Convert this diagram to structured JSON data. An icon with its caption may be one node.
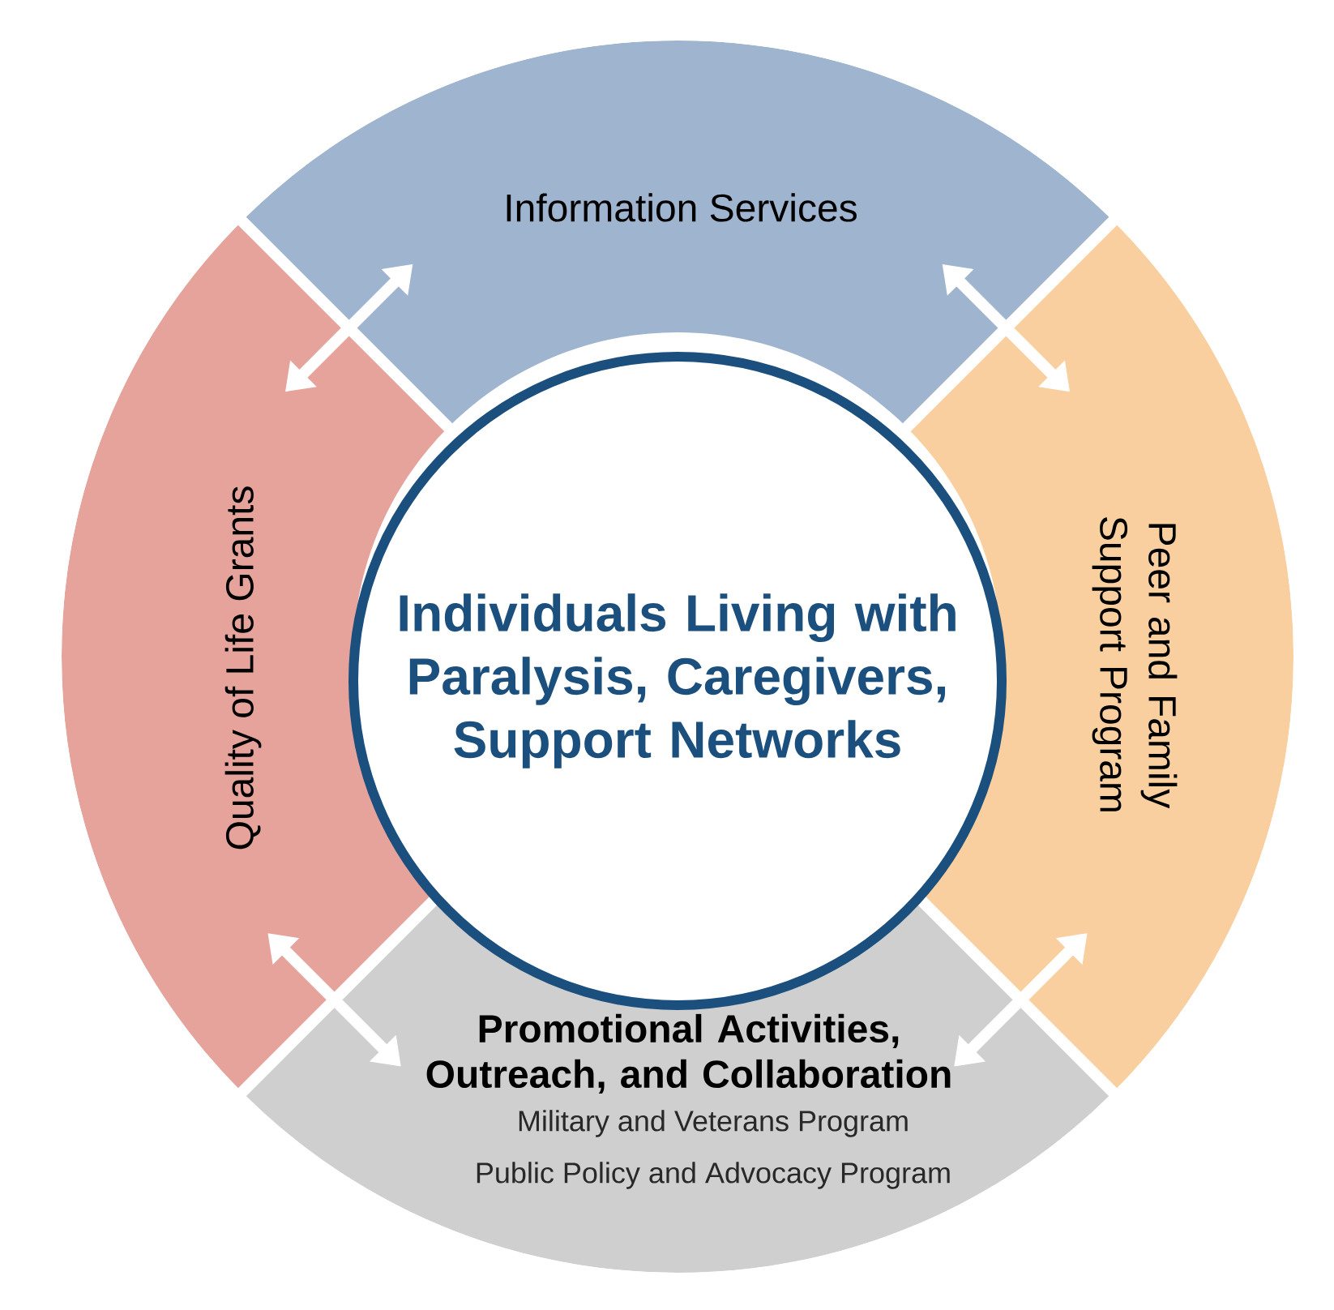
{
  "diagram": {
    "nodes": [
      {
        "text": [
          "Individuals Living with Paralysis, Caregivers, Support Networks"
        ]
      },
      {
        "text": [
          "Information Services"
        ]
      },
      {
        "text": [
          "Peer and Family Support Program"
        ]
      },
      {
        "text": [
          "Promotional Activities, Outreach, and Collaboration",
          "Military and Veterans Program",
          "Public Policy and Advocacy Program"
        ]
      },
      {
        "text": [
          "Quality of Life Grants"
        ]
      }
    ],
    "edges": [
      {
        "from": 4,
        "to": 1,
        "arrow": "both"
      },
      {
        "from": 1,
        "to": 2,
        "arrow": "both"
      },
      {
        "from": 2,
        "to": 3,
        "arrow": "both"
      },
      {
        "from": 4,
        "to": 3,
        "arrow": "both"
      }
    ]
  }
}
